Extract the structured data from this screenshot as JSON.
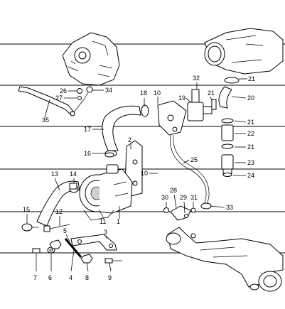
{
  "diagram": {
    "callouts": [
      "1",
      "2",
      "3",
      "4",
      "5",
      "6",
      "7",
      "8",
      "9",
      "10",
      "10",
      "11",
      "12",
      "13",
      "14",
      "15",
      "16",
      "17",
      "18",
      "19",
      "20",
      "21",
      "21",
      "21",
      "21",
      "22",
      "23",
      "24",
      "25",
      "26",
      "27",
      "28",
      "29",
      "30",
      "31",
      "32",
      "33",
      "34",
      "35"
    ]
  },
  "colors": {
    "line": "#000000",
    "background": "#ffffff",
    "shade": "#cfcfcf"
  }
}
